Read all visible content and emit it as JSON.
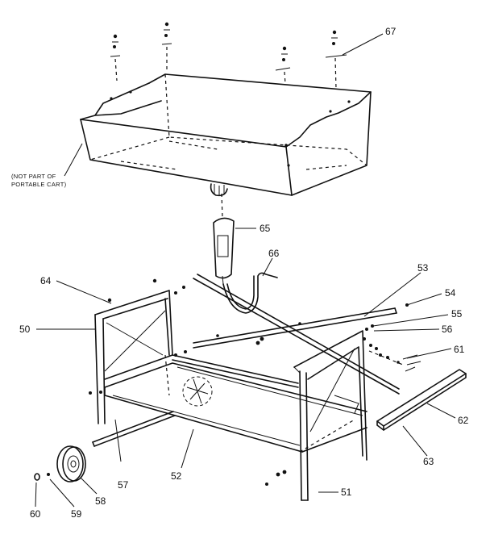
{
  "note": {
    "line1": "(NOT PART OF",
    "line2": "PORTABLE CART)"
  },
  "callouts": {
    "c67": "67",
    "c65": "65",
    "c66": "66",
    "c64": "64",
    "c50": "50",
    "c53": "53",
    "c54": "54",
    "c55": "55",
    "c56": "56",
    "c61": "61",
    "c62": "62",
    "c63": "63",
    "c51": "51",
    "c52": "52",
    "c57": "57",
    "c58": "58",
    "c59": "59",
    "c60": "60"
  }
}
